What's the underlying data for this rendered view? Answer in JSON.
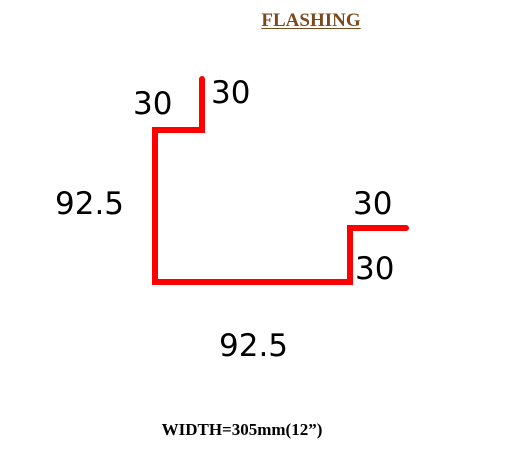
{
  "title": "FLASHING",
  "title_color": "#7a4a1e",
  "profile_color": "#ff0000",
  "dimensions": {
    "top_flange_vertical": "30",
    "top_flange_horizontal": "30",
    "left_wall": "92.5",
    "bottom": "92.5",
    "right_flange_horizontal": "30",
    "right_flange_vertical": "30"
  },
  "width_note": "WIDTH=305mm(12”)"
}
